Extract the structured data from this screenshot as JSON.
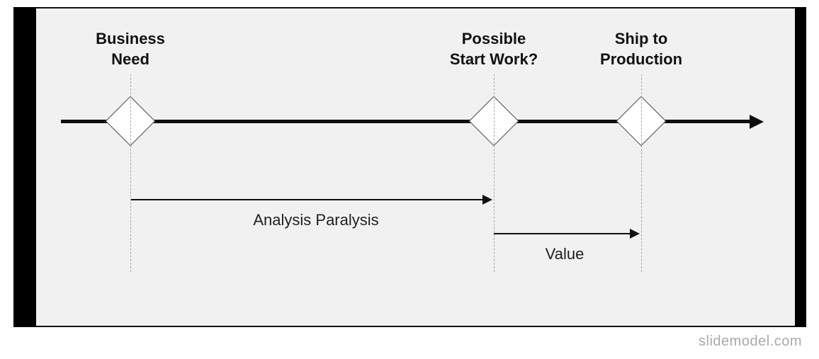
{
  "colors": {
    "slide_background": "#f1f1f2",
    "frame_bars": "#000000",
    "slide_border": "#111111",
    "timeline": "#0d0d0d",
    "diamond_fill": "#ffffff",
    "diamond_border": "#444444",
    "dashed_guides": "#a6a6a6",
    "watermark_text_color": "#a9a9a9"
  },
  "diagram": {
    "milestones": [
      {
        "label": "Business\nNeed"
      },
      {
        "label": "Possible\nStart Work?"
      },
      {
        "label": "Ship to\nProduction"
      }
    ],
    "spans": [
      {
        "label": "Analysis Paralysis"
      },
      {
        "label": "Value"
      }
    ]
  },
  "footer": {
    "watermark": "slidemodel.com"
  }
}
